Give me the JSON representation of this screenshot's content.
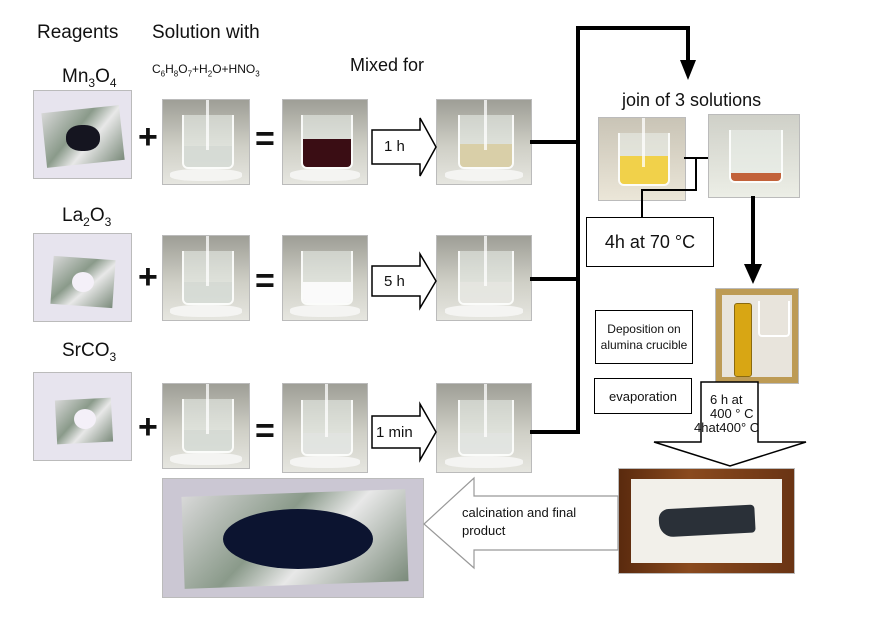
{
  "headers": {
    "reagents": "Reagents",
    "solution_with": "Solution with",
    "solution_formula": "C6H8O7+H2O+HNO3",
    "mixed_for": "Mixed for"
  },
  "reagents": [
    {
      "name": "Mn3O4",
      "time": "1 h"
    },
    {
      "name": "La2O3",
      "time": "5 h"
    },
    {
      "name": "SrCO3",
      "time": "1 min"
    }
  ],
  "operators": {
    "plus": "+",
    "equals": "="
  },
  "join_label": "join of 3 solutions",
  "step_4h": "4h at 70 °C",
  "deposition": "Deposition on alumina crucible",
  "evaporation": "evaporation",
  "evap_conditions": [
    "6 h  at",
    "400 ° C",
    "4hat400° C"
  ],
  "calcination": "calcination and final product"
}
